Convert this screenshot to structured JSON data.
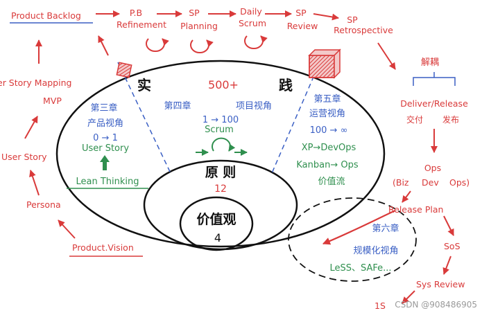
{
  "colors": {
    "red": "#d93a3a",
    "blue": "#3a5fc4",
    "green": "#2f8f4e",
    "black": "#111111"
  },
  "flow_top": {
    "product_backlog": "Product Backlog",
    "pb_refinement": [
      "P.B",
      "Refinement"
    ],
    "sp_planning": [
      "SP",
      "Planning"
    ],
    "daily_scrum": [
      "Daily",
      "Scrum"
    ],
    "sp_review": [
      "SP",
      "Review"
    ],
    "sp_retrospective": [
      "SP",
      "Retrospective"
    ]
  },
  "flow_left": {
    "story_mapping": "er Story Mapping",
    "mvp": "MVP",
    "user_story": "User Story",
    "persona": "Persona",
    "product_vision": "Product.Vision"
  },
  "flow_right": {
    "decouple": "解耦",
    "deliver_release": "Deliver/Release",
    "deliver_cn": "交付",
    "release_cn": "发布",
    "ops": "Ops",
    "ops_parts": [
      "(Biz",
      "Dev",
      "Ops)"
    ],
    "release_plan": "Release Plan",
    "sos": "SoS",
    "sys_review": "Sys Review",
    "bottom_cut": "1S"
  },
  "core": {
    "practice_left": "实",
    "practice_right": "践",
    "practice_count": "500+",
    "principle": "原 则",
    "principle_count": "12",
    "values": "价值观",
    "values_count": "4"
  },
  "ch3": {
    "title": "第三章",
    "subtitle": "产品视角",
    "range": "0 → 1",
    "user_story": "User Story",
    "lean": "Lean Thinking"
  },
  "ch4": {
    "title": "第四章",
    "subtitle": "项目视角",
    "range": "1 → 100",
    "scrum": "Scrum"
  },
  "ch5": {
    "title": "第五章",
    "subtitle": "运营视角",
    "range": "100 → ∞",
    "xp": "XP→DevOps",
    "kanban": "Kanban→ Ops",
    "value_stream": "价值流"
  },
  "ch6": {
    "title": "第六章",
    "subtitle": "规模化视角",
    "frameworks": "LeSS、SAFe..."
  },
  "watermark": "CSDN @908486905"
}
